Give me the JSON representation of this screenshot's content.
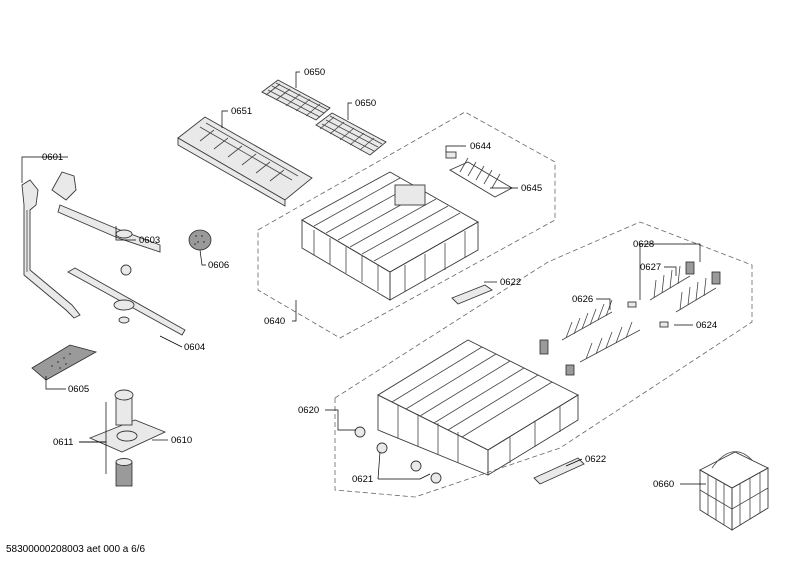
{
  "labels": {
    "p0650a": "0650",
    "p0650b": "0650",
    "p0651": "0651",
    "p0601": "0601",
    "p0644": "0644",
    "p0645": "0645",
    "p0603": "0603",
    "p0606": "0606",
    "p0640": "0640",
    "p0622a": "0622",
    "p0628": "0628",
    "p0627": "0627",
    "p0626": "0626",
    "p0624": "0624",
    "p0604": "0604",
    "p0605": "0605",
    "p0620": "0620",
    "p0611": "0611",
    "p0610": "0610",
    "p0621": "0621",
    "p0622b": "0622",
    "p0660": "0660"
  },
  "footer": "58300000208003 aet 000 a 6/6"
}
